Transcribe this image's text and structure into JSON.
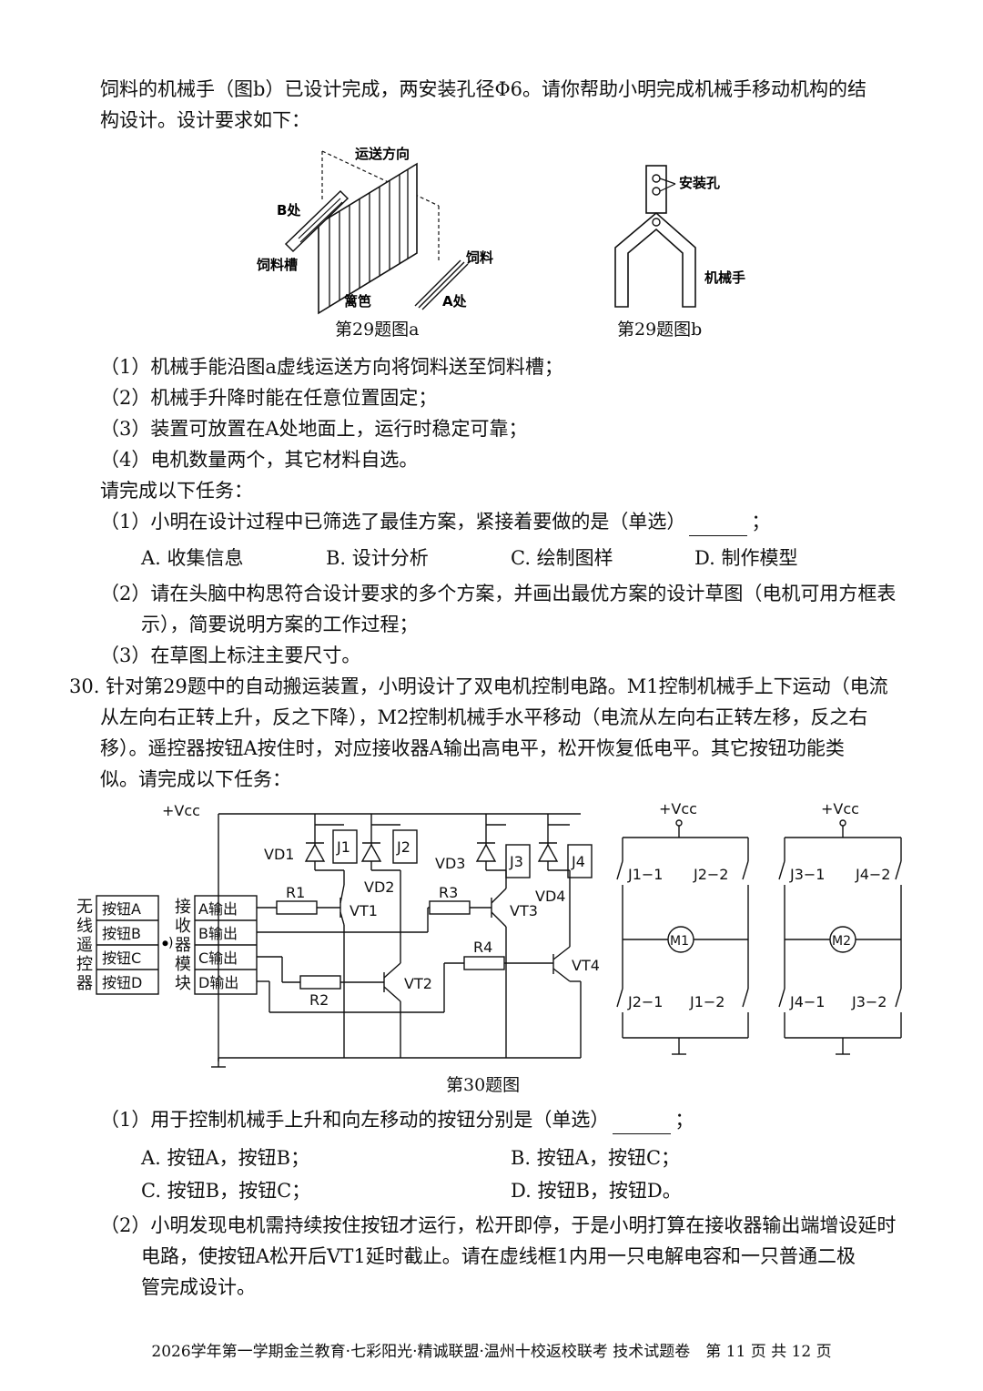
{
  "intro": {
    "line1": "饲料的机械手（图b）已设计完成，两安装孔径Φ6。请你帮助小明完成机械手移动机构的结",
    "line2": "构设计。设计要求如下："
  },
  "figure29a": {
    "caption": "第29题图a",
    "label_direction": "运送方向",
    "label_b": "B处",
    "label_trough": "饲料槽",
    "label_feed": "饲料",
    "label_pen": "篱笆",
    "label_a": "A处"
  },
  "figure29b": {
    "caption": "第29题图b",
    "label_hole": "安装孔",
    "label_hand": "机械手"
  },
  "requirements": [
    "（1）机械手能沿图a虚线运送方向将饲料送至饲料槽；",
    "（2）机械手升降时能在任意位置固定；",
    "（3）装置可放置在A处地面上，运行时稳定可靠；",
    "（4）电机数量两个，其它材料自选。"
  ],
  "task_intro": "请完成以下任务：",
  "q29": {
    "t1": "（1）小明在设计过程中已筛选了最佳方案，紧接着要做的是（单选）",
    "t1_end": "；",
    "options": [
      "A. 收集信息",
      "B. 设计分析",
      "C. 绘制图样",
      "D. 制作模型"
    ],
    "t2a": "（2）请在头脑中构思符合设计要求的多个方案，并画出最优方案的设计草图（电机可用方框表",
    "t2b": "示），简要说明方案的工作过程；",
    "t3": "（3）在草图上标注主要尺寸。"
  },
  "q30": {
    "line1": "30. 针对第29题中的自动搬运装置，小明设计了双电机控制电路。M1控制机械手上下运动（电流",
    "line2": "从左向右正转上升，反之下降），M2控制机械手水平移动（电流从左向右正转左移，反之右",
    "line3": "移）。遥控器按钮A按住时，对应接收器A输出高电平，松开恢复低电平。其它按钮功能类",
    "line4": "似。请完成以下任务："
  },
  "circuit": {
    "caption": "第30题图",
    "vcc": "+Vcc",
    "remote": "无线遥控器",
    "receiver": "接收器模块",
    "buttons": [
      "按钮A",
      "按钮B",
      "按钮C",
      "按钮D"
    ],
    "outputs": [
      "A输出",
      "B输出",
      "C输出",
      "D输出"
    ],
    "resistors": [
      "R1",
      "R2",
      "R3",
      "R4"
    ],
    "transistors": [
      "VT1",
      "VT2",
      "VT3",
      "VT4"
    ],
    "diodes": [
      "VD1",
      "VD2",
      "VD3",
      "VD4"
    ],
    "relays": [
      "J1",
      "J2",
      "J3",
      "J4"
    ],
    "m1_contacts": [
      "J1−1",
      "J2−2",
      "J2−1",
      "J1−2"
    ],
    "m2_contacts": [
      "J3−1",
      "J4−2",
      "J4−1",
      "J3−2"
    ],
    "motors": [
      "M1",
      "M2"
    ]
  },
  "q30_tasks": {
    "t1": "（1）用于控制机械手上升和向左移动的按钮分别是（单选）",
    "t1_end": "；",
    "options": [
      "A. 按钮A，按钮B；",
      "B. 按钮A，按钮C；",
      "C. 按钮B，按钮C；",
      "D. 按钮B，按钮D。"
    ],
    "t2a": "（2）小明发现电机需持续按住按钮才运行，松开即停，于是小明打算在接收器输出端增设延时",
    "t2b": "电路，使按钮A松开后VT1延时截止。请在虚线框1内用一只电解电容和一只普通二极",
    "t2c": "管完成设计。"
  },
  "footer": "2026学年第一学期金兰教育·七彩阳光·精诚联盟·温州十校返校联考 技术试题卷　第 11 页 共 12 页"
}
